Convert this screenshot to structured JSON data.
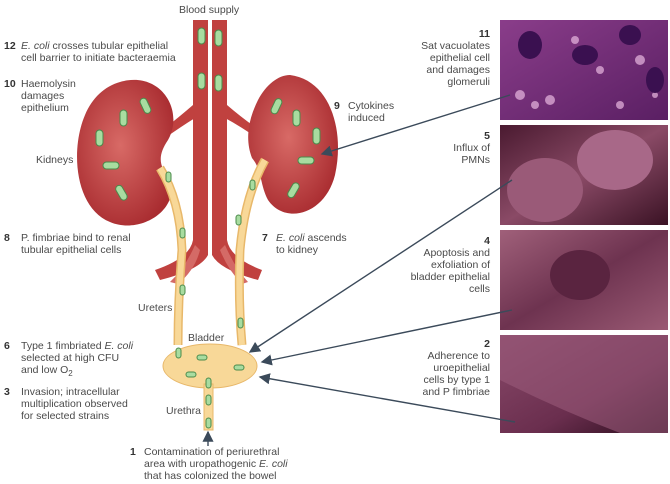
{
  "labels": {
    "blood_supply": "Blood supply",
    "kidneys": "Kidneys",
    "ureters": "Ureters",
    "bladder": "Bladder",
    "urethra": "Urethra"
  },
  "steps": {
    "s12": {
      "num": "12",
      "italic": "E. coli",
      "text": "crosses tubular epithelial",
      "line2": "cell barrier to initiate bacteraemia"
    },
    "s10": {
      "num": "10",
      "line1": "Haemolysin",
      "line2": "damages",
      "line3": "epithelium"
    },
    "s9": {
      "num": "9",
      "line1": "Cytokines",
      "line2": "induced"
    },
    "s8": {
      "num": "8",
      "line1": "P. fimbriae bind to renal",
      "line2": "tubular epithelial cells"
    },
    "s7": {
      "num": "7",
      "italic": "E. coli",
      "text": "ascends",
      "line2": "to kidney"
    },
    "s6": {
      "num": "6",
      "line1a": "Type 1 fimbriated",
      "italic": "E. coli",
      "line2": "selected at high CFU",
      "line3": "and low O",
      "sub": "2"
    },
    "s3": {
      "num": "3",
      "line1": "Invasion; intracellular",
      "line2": "multiplication observed",
      "line3": "for selected strains"
    },
    "s1": {
      "num": "1",
      "line1": "Contamination of periurethral",
      "line2a": "area with uropathogenic",
      "italic": "E. coli",
      "line3": "that has colonized the bowel"
    },
    "s11": {
      "num": "11",
      "line1": "Sat vacuolates",
      "line2": "epithelial cell",
      "line3": "and damages",
      "line4": "glomeruli"
    },
    "s5": {
      "num": "5",
      "line1": "Influx of",
      "line2": "PMNs"
    },
    "s4": {
      "num": "4",
      "line1": "Apoptosis and",
      "line2": "exfoliation of",
      "line3": "bladder epithelial",
      "line4": "cells"
    },
    "s2": {
      "num": "2",
      "line1": "Adherence to",
      "line2": "uroepithelial",
      "line3": "cells by type 1",
      "line4": "and P fimbriae"
    }
  },
  "colors": {
    "kidney": "#b8363a",
    "vessel": "#c0413f",
    "ureter": "#f6cf8a",
    "bacteria": "#a8dca0",
    "arrow": "#3b4a5a"
  }
}
